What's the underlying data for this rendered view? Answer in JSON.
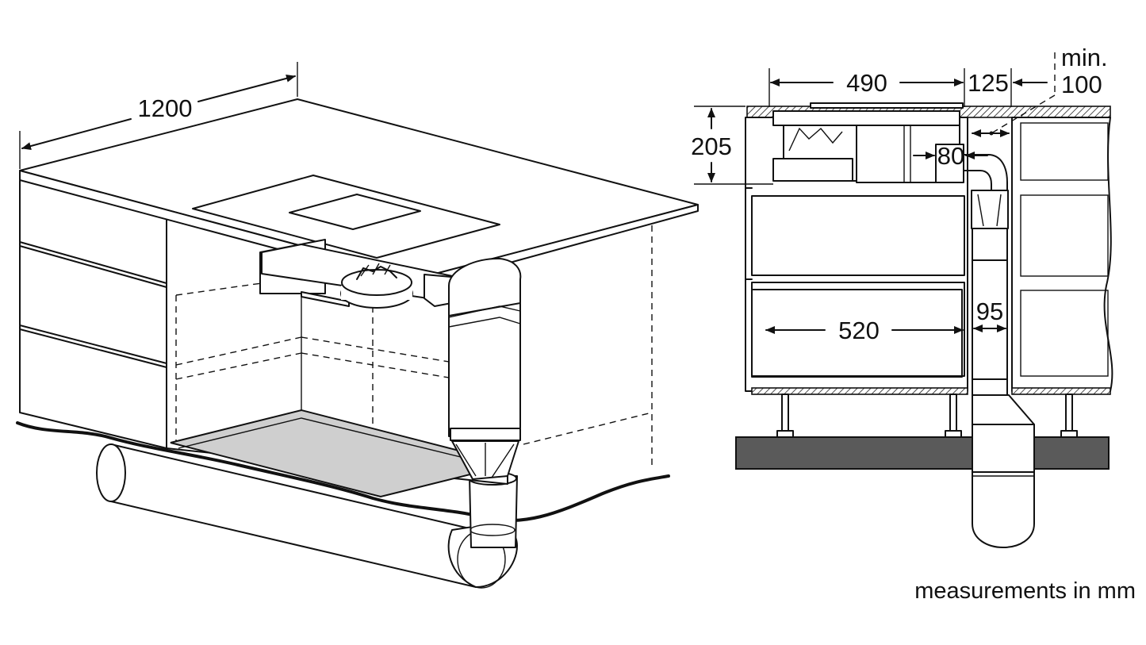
{
  "perspective_view": {
    "width_label": "1200"
  },
  "section_view": {
    "dims": {
      "depth_490": "490",
      "gap_125": "125",
      "min_label": "min.",
      "min_value": "100",
      "height_205": "205",
      "offset_80": "80",
      "depth_520": "520",
      "duct_95": "95"
    }
  },
  "footnote": "measurements in mm",
  "colors": {
    "line": "#111111",
    "filter_tray": "#cfcfcf",
    "floor": "#5a5a5a",
    "background": "#ffffff"
  }
}
